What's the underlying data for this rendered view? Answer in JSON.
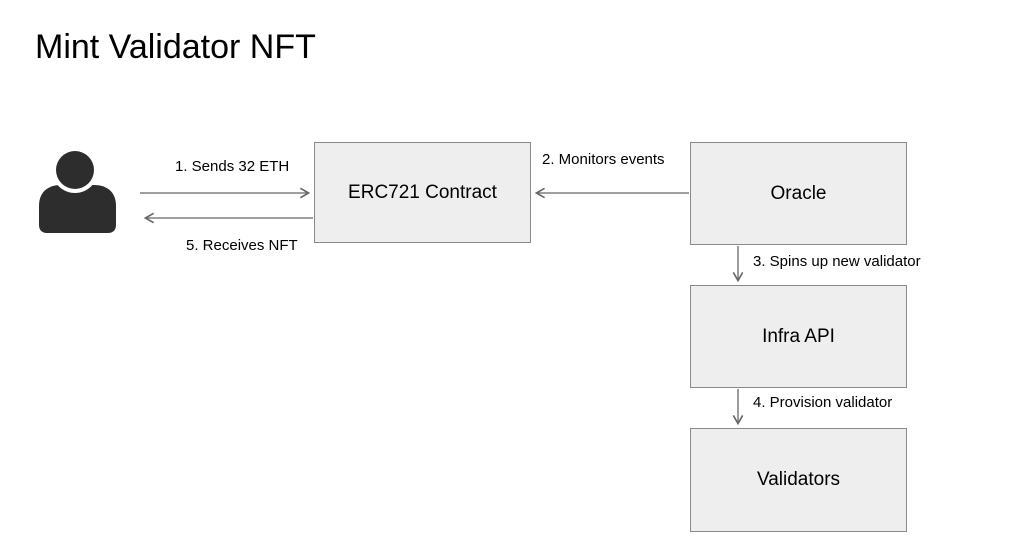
{
  "title": "Mint Validator NFT",
  "diagram": {
    "nodes": [
      {
        "id": "user",
        "label": "",
        "icon": "person-icon"
      },
      {
        "id": "erc721-contract",
        "label": "ERC721 Contract"
      },
      {
        "id": "oracle",
        "label": "Oracle"
      },
      {
        "id": "infra-api",
        "label": "Infra API"
      },
      {
        "id": "validators",
        "label": "Validators"
      }
    ],
    "edges": [
      {
        "step": 1,
        "label": "1. Sends 32 ETH",
        "from": "user",
        "to": "erc721-contract",
        "direction": "right"
      },
      {
        "step": 2,
        "label": "2. Monitors events",
        "from": "oracle",
        "to": "erc721-contract",
        "direction": "left"
      },
      {
        "step": 3,
        "label": "3. Spins up new validator",
        "from": "oracle",
        "to": "infra-api",
        "direction": "down"
      },
      {
        "step": 4,
        "label": "4. Provision validator",
        "from": "infra-api",
        "to": "validators",
        "direction": "down"
      },
      {
        "step": 5,
        "label": "5. Receives NFT",
        "from": "erc721-contract",
        "to": "user",
        "direction": "left"
      }
    ],
    "colors": {
      "background": "#ffffff",
      "node_fill": "#eeeeee",
      "node_border": "#8a8a8a",
      "arrow": "#666666",
      "icon": "#2d2d2d",
      "text": "#000000"
    }
  }
}
